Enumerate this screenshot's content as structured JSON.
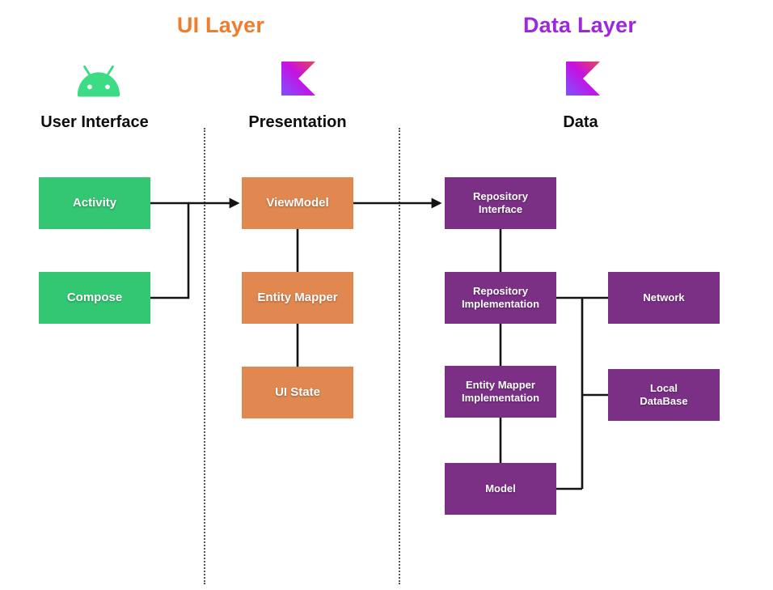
{
  "titles": {
    "ui_layer": "UI Layer",
    "data_layer": "Data Layer"
  },
  "columns": [
    {
      "label": "User Interface",
      "icon": "android-icon"
    },
    {
      "label": "Presentation",
      "icon": "kotlin-icon"
    },
    {
      "label": "Data",
      "icon": "kotlin-icon"
    }
  ],
  "nodes": {
    "activity": {
      "label": "Activity",
      "layer": "ui"
    },
    "compose": {
      "label": "Compose",
      "layer": "ui"
    },
    "viewmodel": {
      "label": "ViewModel",
      "layer": "presentation"
    },
    "entity_mapper": {
      "label": "Entity Mapper",
      "layer": "presentation"
    },
    "ui_state": {
      "label": "UI State",
      "layer": "presentation"
    },
    "repository_interface": {
      "label": "Repository\nInterface",
      "layer": "data"
    },
    "repository_implementation": {
      "label": "Repository\nImplementation",
      "layer": "data"
    },
    "network": {
      "label": "Network",
      "layer": "data"
    },
    "entity_mapper_implementation": {
      "label": "Entity Mapper\nImplementation",
      "layer": "data"
    },
    "local_database": {
      "label": "Local\nDataBase",
      "layer": "data"
    },
    "model": {
      "label": "Model",
      "layer": "data"
    }
  },
  "edges": [
    {
      "from": "activity",
      "to": "viewmodel",
      "type": "arrow"
    },
    {
      "from": "compose",
      "to": "viewmodel",
      "type": "arrow"
    },
    {
      "from": "viewmodel",
      "to": "repository_interface",
      "type": "arrow"
    },
    {
      "from": "viewmodel",
      "to": "entity_mapper",
      "type": "line"
    },
    {
      "from": "entity_mapper",
      "to": "ui_state",
      "type": "line"
    },
    {
      "from": "repository_interface",
      "to": "repository_implementation",
      "type": "line"
    },
    {
      "from": "repository_implementation",
      "to": "entity_mapper_implementation",
      "type": "line"
    },
    {
      "from": "entity_mapper_implementation",
      "to": "model",
      "type": "line"
    },
    {
      "from": "repository_implementation",
      "to": "network",
      "type": "line"
    },
    {
      "from": "repository_implementation",
      "to": "local_database",
      "type": "line"
    },
    {
      "from": "repository_implementation",
      "to": "model",
      "type": "line"
    }
  ],
  "colors": {
    "ui_layer_title": "#EE7D2E",
    "data_layer_title": "#9E27DC",
    "green_box": "#33C673",
    "orange_box": "#E08850",
    "purple_box": "#7B3086",
    "connector": "#141414",
    "android_green": "#3DDC84",
    "kotlin_gradient": [
      "#E44857",
      "#C711E1",
      "#7F52FF"
    ]
  }
}
